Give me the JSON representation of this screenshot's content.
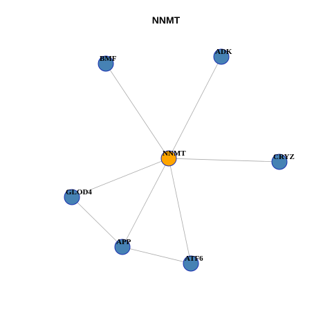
{
  "title": "NNMT",
  "colors": {
    "hub_node": "#ffa500",
    "neighbor_node": "#4682b4",
    "node_border": "#1a2fb0",
    "edge": "#aaaaaa"
  },
  "nodes": [
    {
      "id": "NNMT",
      "label": "NNMT",
      "role": "hub"
    },
    {
      "id": "BMF",
      "label": "BMF",
      "role": "neighbor"
    },
    {
      "id": "ADK",
      "label": "ADK",
      "role": "neighbor"
    },
    {
      "id": "CRYZ",
      "label": "CRYZ",
      "role": "neighbor"
    },
    {
      "id": "GLOD4",
      "label": "GLOD4",
      "role": "neighbor"
    },
    {
      "id": "APP",
      "label": "APP",
      "role": "neighbor"
    },
    {
      "id": "ATF6",
      "label": "ATF6",
      "role": "neighbor"
    }
  ],
  "edges": [
    {
      "source": "NNMT",
      "target": "BMF"
    },
    {
      "source": "NNMT",
      "target": "ADK"
    },
    {
      "source": "NNMT",
      "target": "CRYZ"
    },
    {
      "source": "NNMT",
      "target": "GLOD4"
    },
    {
      "source": "NNMT",
      "target": "APP"
    },
    {
      "source": "NNMT",
      "target": "ATF6"
    },
    {
      "source": "GLOD4",
      "target": "APP"
    },
    {
      "source": "APP",
      "target": "ATF6"
    }
  ]
}
